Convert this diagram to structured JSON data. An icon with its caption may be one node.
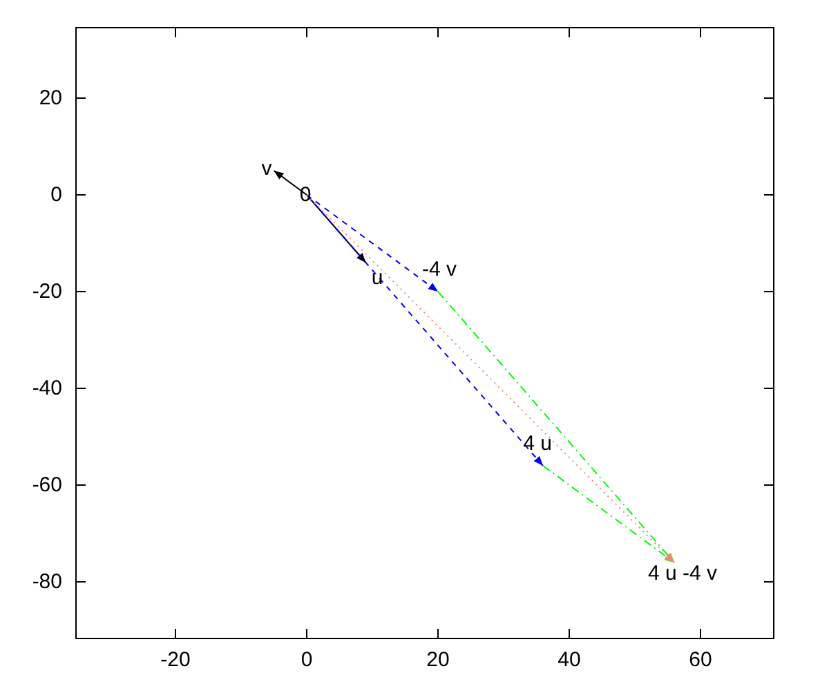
{
  "diagram": {
    "nodes": [
      {
        "text": [
          "v"
        ]
      },
      {
        "text": [
          "0"
        ]
      },
      {
        "text": [
          "-4 v"
        ]
      },
      {
        "text": [
          "u"
        ]
      },
      {
        "text": [
          "4 u"
        ]
      },
      {
        "text": [
          "4 u -4 v"
        ]
      }
    ],
    "edges": [
      {
        "from": 1,
        "to": 0,
        "arrow": "to"
      },
      {
        "from": 1,
        "to": 3,
        "arrow": "to"
      },
      {
        "from": 1,
        "to": 2,
        "arrow": "to",
        "style": "dashed",
        "color": "#0000ff"
      },
      {
        "from": 1,
        "to": 4,
        "arrow": "to",
        "style": "dashed",
        "color": "#0000ff"
      },
      {
        "from": 2,
        "to": 5,
        "arrow": "to",
        "style": "dashed",
        "color": "#00ff00"
      },
      {
        "from": 4,
        "to": 5,
        "arrow": "to",
        "style": "dashed",
        "color": "#00ff00"
      },
      {
        "from": 1,
        "to": 5,
        "arrow": "to",
        "style": "dashed",
        "color": "#ff8080"
      }
    ],
    "labels": [
      "20",
      "0",
      "-20",
      "-40",
      "-60",
      "-80",
      "-20",
      "0",
      "20",
      "40",
      "60"
    ]
  }
}
